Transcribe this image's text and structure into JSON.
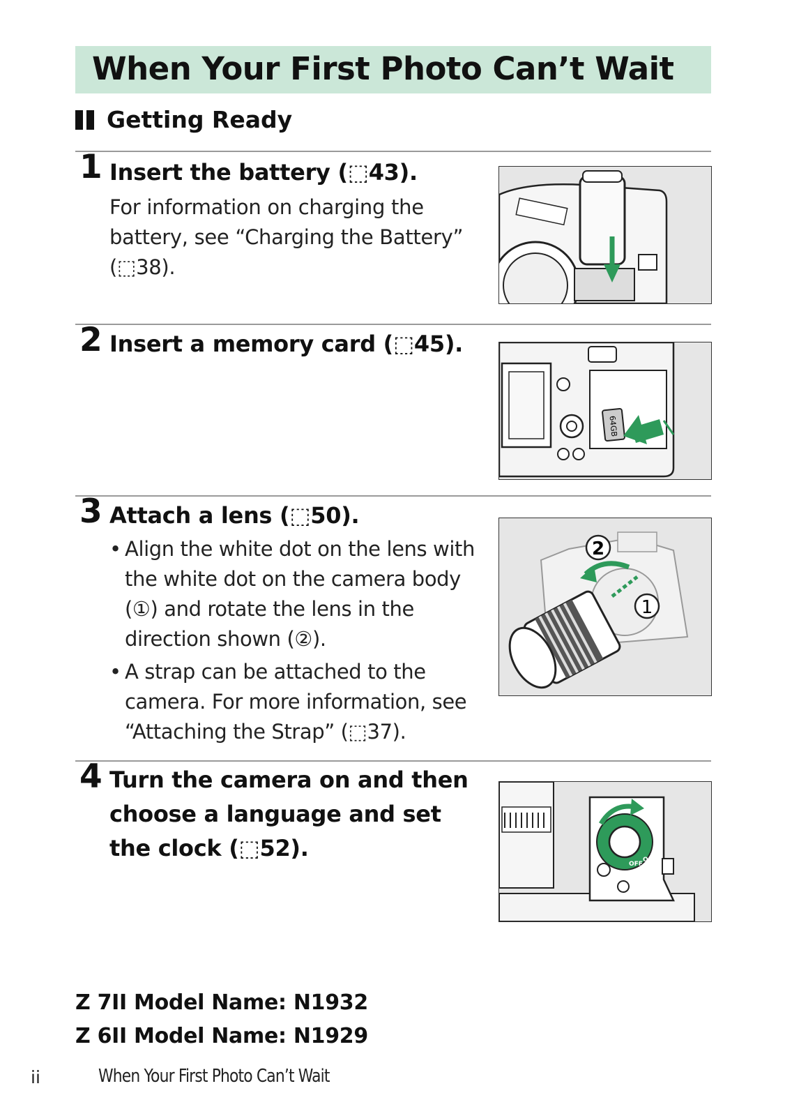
{
  "page": {
    "title": "When Your First Photo Can’t Wait",
    "section": "Getting Ready"
  },
  "steps": [
    {
      "number": "1",
      "title": "Insert the battery (⬚43).",
      "body": "For information on charging the battery, see “Charging the Battery” (⬚38)."
    },
    {
      "number": "2",
      "title": "Insert a memory card (⬚45)."
    },
    {
      "number": "3",
      "title": "Attach a lens (⬚50).",
      "bullets": [
        "Align the white dot on the lens with the white dot on the camera body (①) and rotate the lens in the direction shown (②).",
        "A strap can be attached to the camera. For more information, see “Attaching the Strap” (⬚37)."
      ]
    },
    {
      "number": "4",
      "title": "Turn the camera on and then choose a language and set the clock (⬚52)."
    }
  ],
  "figures": {
    "card_label": "64GB",
    "circle_1": "1",
    "circle_2": "2",
    "switch_off": "OFF",
    "switch_on": "ON"
  },
  "models": [
    "Z 7II Model Name: N1932",
    "Z 6II Model Name: N1929"
  ],
  "footer": {
    "page_number": "ii",
    "running_title": "When Your First Photo Can’t Wait"
  },
  "colors": {
    "title_band": "#cbe7d8",
    "figure_accent": "#2e9a5a"
  }
}
